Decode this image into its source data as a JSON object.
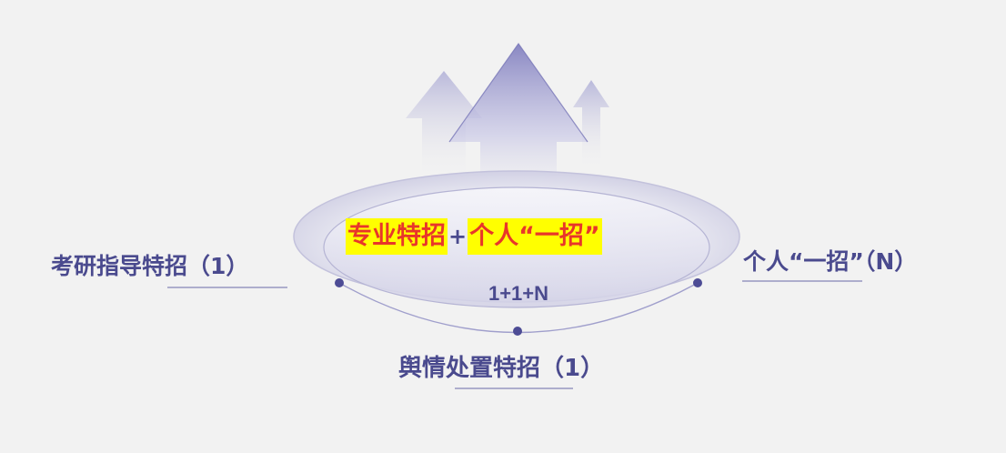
{
  "center": {
    "part1": "专业特招",
    "plus": "+",
    "part2": "个人“一招”",
    "formula": "1+1+N"
  },
  "left": {
    "label": "考研指导特招（1）"
  },
  "right": {
    "label": "个人“一招”（N）"
  },
  "bottom": {
    "label": "舆情处置特招（1）"
  },
  "colors": {
    "primary_text": "#4a4a8e",
    "highlight_bg": "#ffff00",
    "highlight_text": "#e8362a",
    "arrow_main": "#8a89c4",
    "arrow_light": "#d6d5ea",
    "node_dot": "#4d4c95",
    "line": "#9b9ac9"
  }
}
